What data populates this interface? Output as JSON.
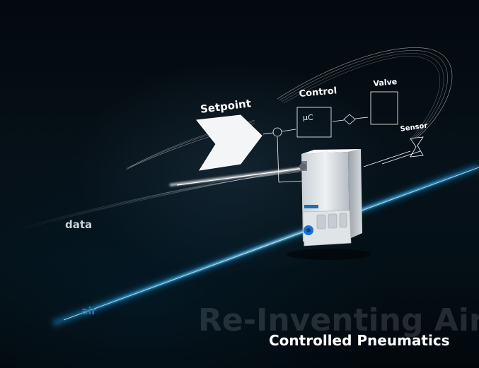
{
  "diagram": {
    "setpoint_label": "Setpoint",
    "control_label": "Control",
    "controller_symbol": "µC",
    "valve_label": "Valve",
    "sensor_label": "Sensor"
  },
  "labels": {
    "data": "data",
    "air": "air"
  },
  "headline": "Re-Inventing Air",
  "subheadline": "Controlled Pneumatics",
  "colors": {
    "background": "#03090e",
    "air_beam": "#2aa8e6",
    "diagram_lines": "#ffffff"
  }
}
